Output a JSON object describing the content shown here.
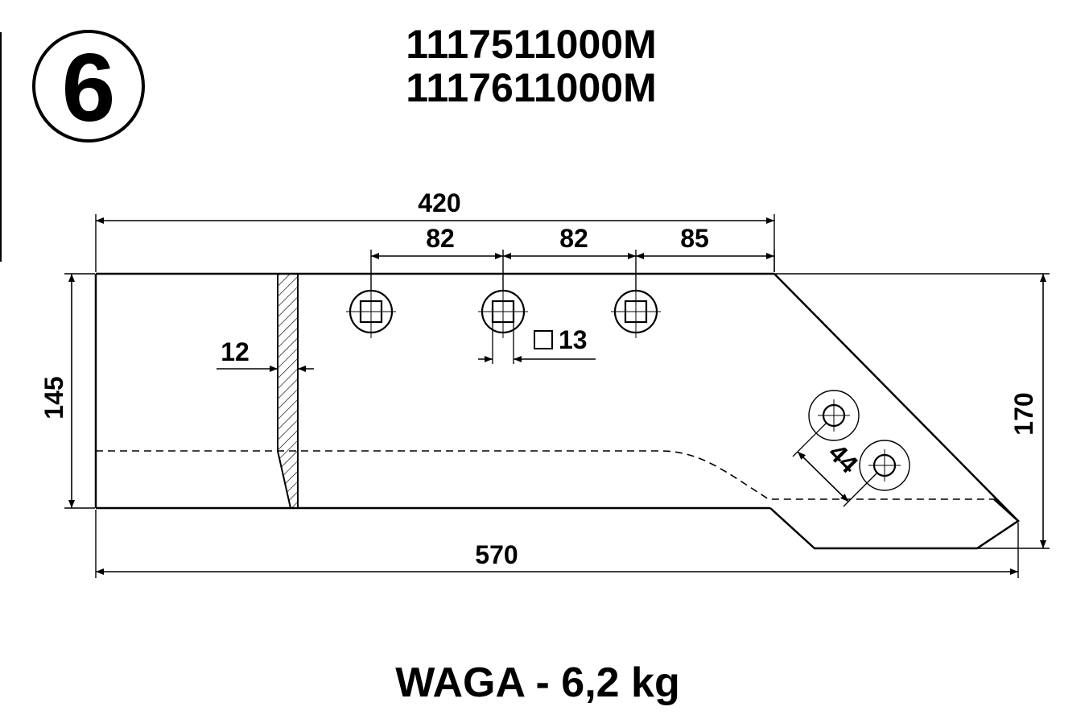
{
  "header": {
    "figure_number": "6",
    "part_numbers": [
      "1117511000M",
      "1117611000M"
    ]
  },
  "dimensions": {
    "overall_length": "570",
    "hole_span": "420",
    "hole_spacing_1": "82",
    "hole_spacing_2": "82",
    "hole_to_edge": "85",
    "heel_height": "145",
    "tip_height": "170",
    "thickness": "12",
    "square_hole": "13",
    "round_hole_spacing": "44"
  },
  "footer": {
    "weight": "WAGA - 6,2 kg"
  }
}
